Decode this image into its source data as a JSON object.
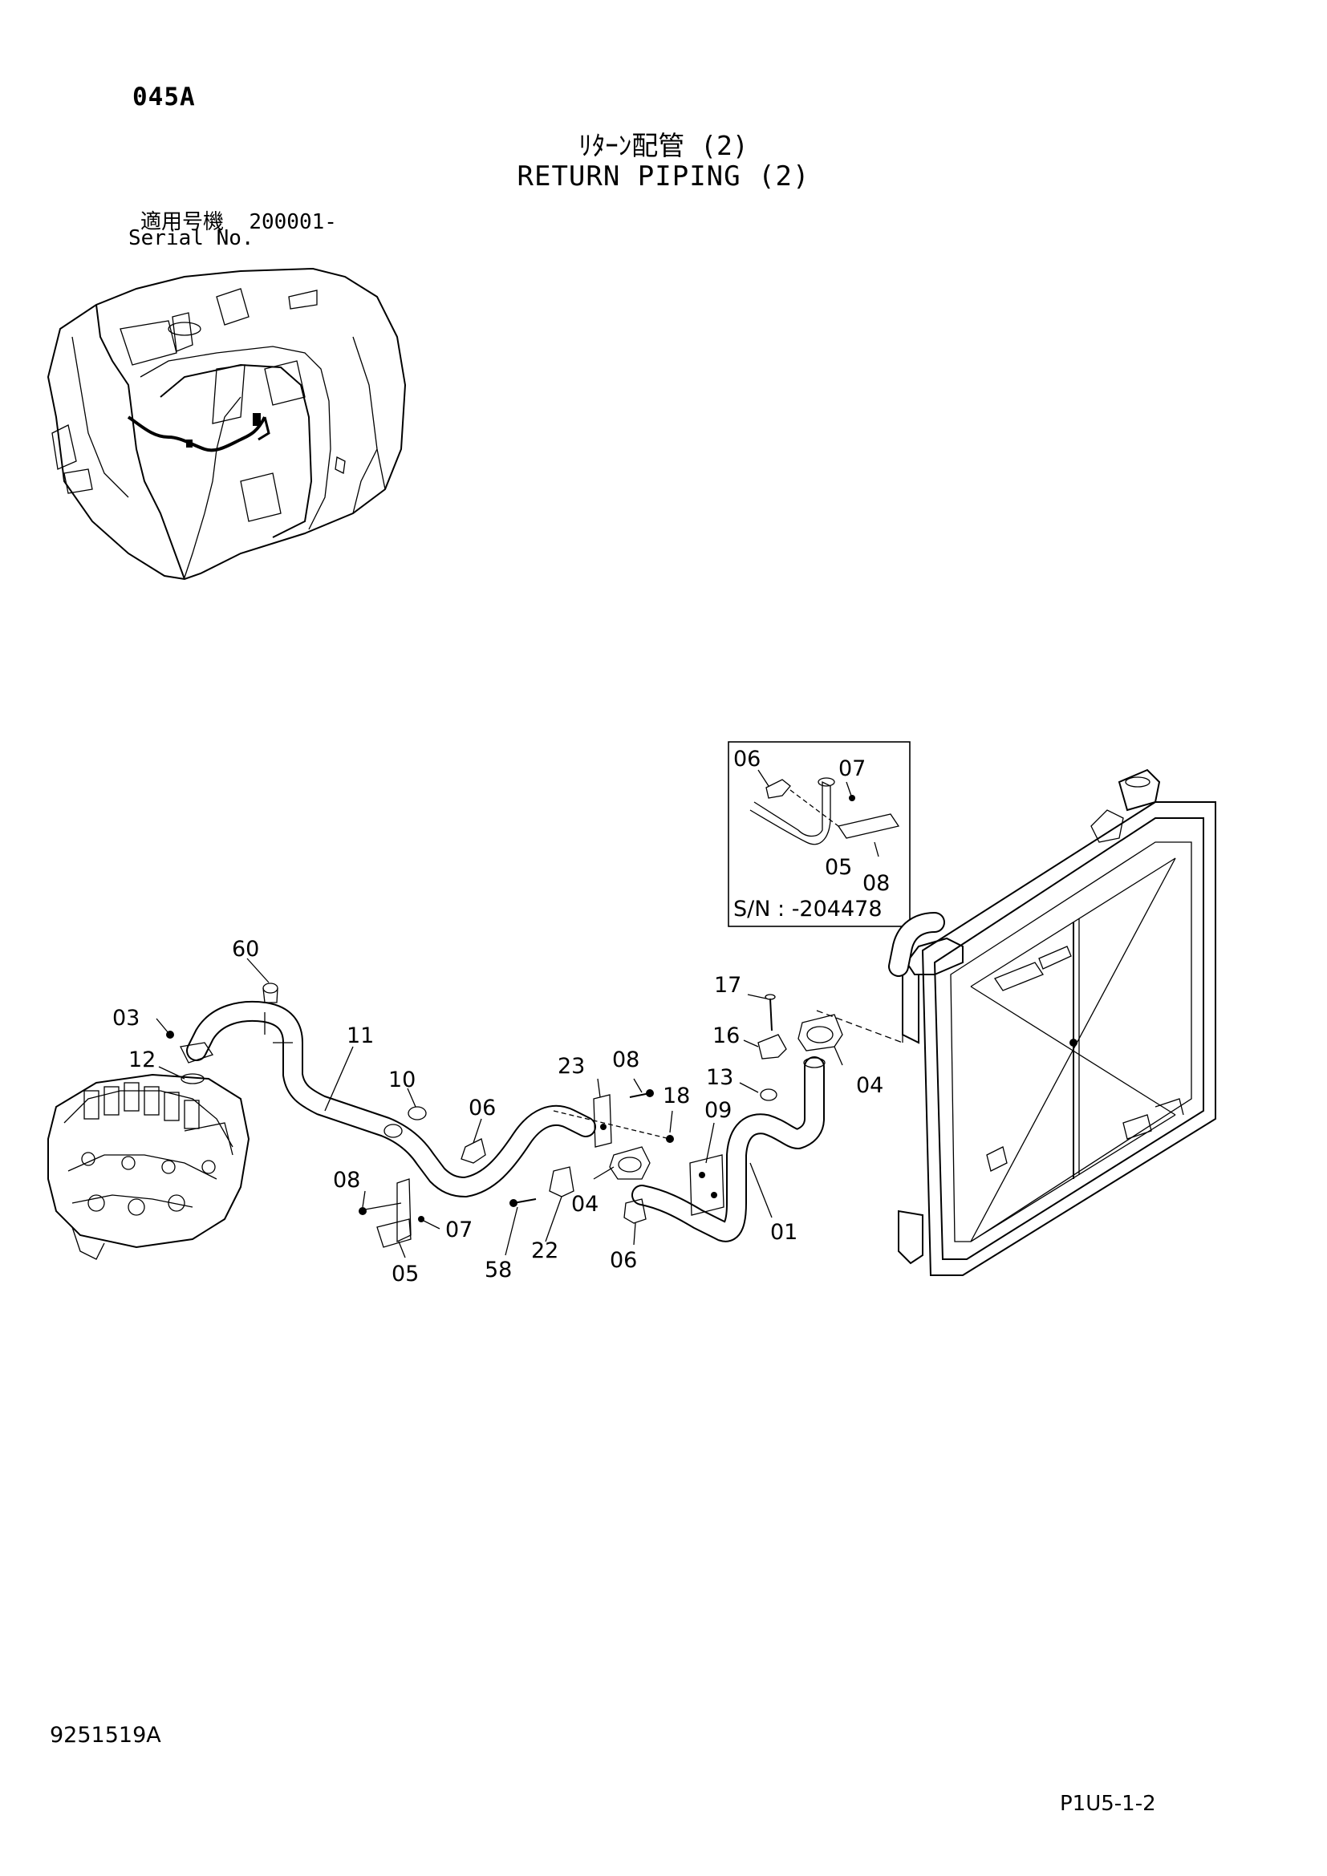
{
  "header": {
    "page_code": "045A",
    "title_jp": "ﾘﾀｰﾝ配管 (2)",
    "title_en": "RETURN PIPING (2)",
    "serial_label_jp": "適用号機",
    "serial_range": "200001-",
    "serial_label_en": "Serial No."
  },
  "inset": {
    "serial_note": "S/N : -204478",
    "labels": [
      "06",
      "07",
      "05",
      "08"
    ]
  },
  "callouts": {
    "c60": "60",
    "c03": "03",
    "c12": "12",
    "c11": "11",
    "c10": "10",
    "c06a": "06",
    "c23": "23",
    "c08a": "08",
    "c18": "18",
    "c09": "09",
    "c17": "17",
    "c16": "16",
    "c13": "13",
    "c04a": "04",
    "c08b": "08",
    "c07": "07",
    "c05": "05",
    "c58": "58",
    "c22": "22",
    "c04b": "04",
    "c06b": "06",
    "c01": "01"
  },
  "footer": {
    "doc_number": "9251519A",
    "page_ref": "P1U5-1-2"
  }
}
